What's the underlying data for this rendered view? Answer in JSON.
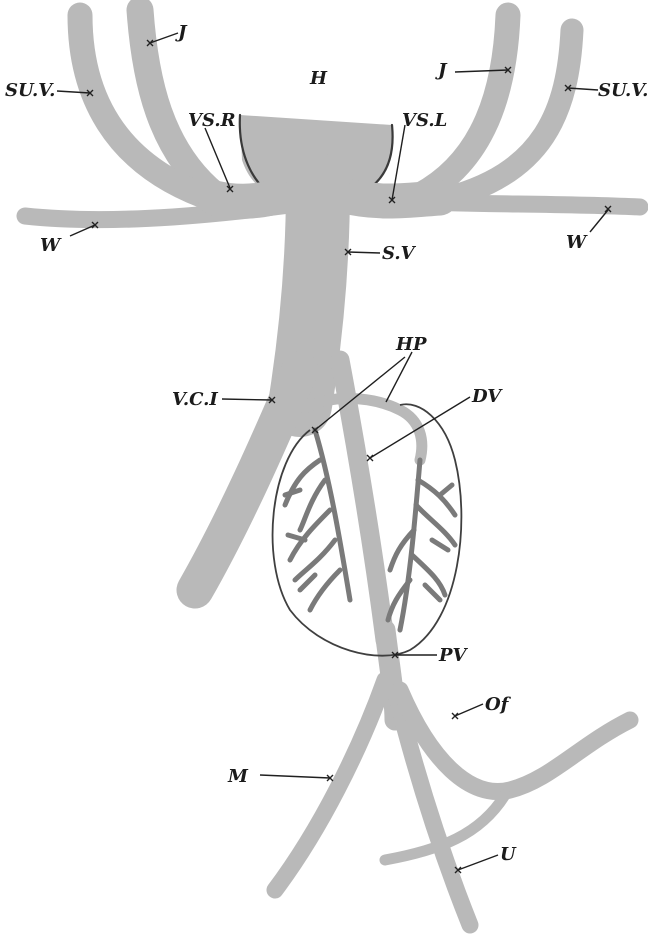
{
  "labels": {
    "J": "J",
    "SUV": "SU.V.",
    "SUV_right": "SU.V.",
    "H": "H",
    "VSR": "VS.R",
    "VSL": "VS.L",
    "W": "W",
    "SV": "S.V",
    "HP": "HP",
    "DV": "DV",
    "VCI": "V.C.I",
    "PV": "PV",
    "Of": "Of",
    "M": "M",
    "U": "U"
  }
}
